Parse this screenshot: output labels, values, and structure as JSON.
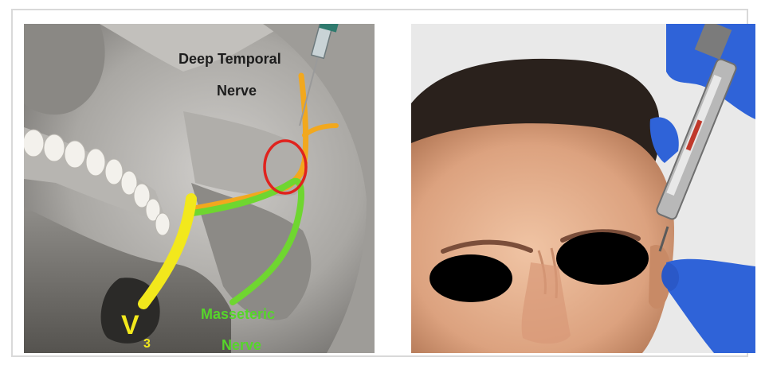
{
  "labels": {
    "deep_temporal_line1": "Deep Temporal",
    "deep_temporal_line2": "Nerve",
    "masseteric_line1": "Masseteric",
    "masseteric_line2": "Nerve",
    "v": "V",
    "v_subscript": "3"
  },
  "colors": {
    "deep_temporal_nerve": "#f2a81e",
    "masseteric_nerve": "#6fd630",
    "v3_nerve": "#f2e81c",
    "injection_circle": "#e0231e",
    "masseteric_label": "#56d62a",
    "glove": "#2f63d8"
  }
}
